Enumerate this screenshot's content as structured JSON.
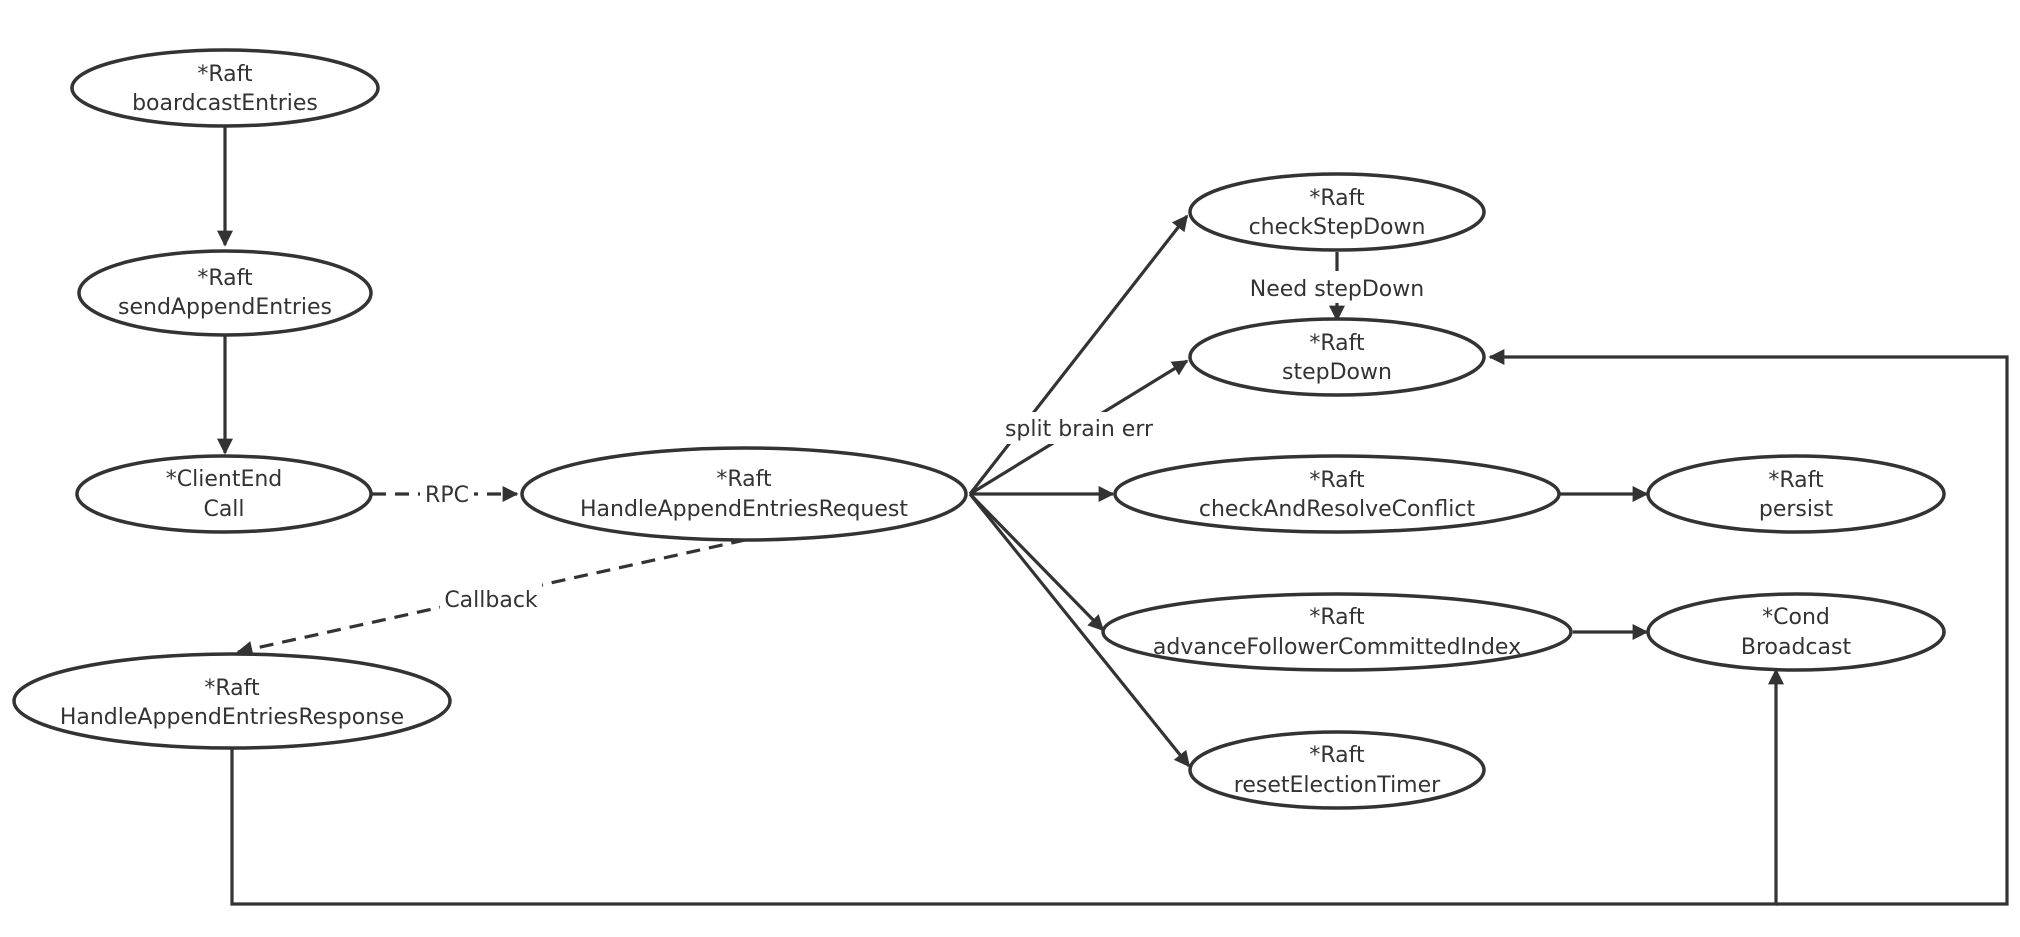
{
  "nodes": {
    "broadcast_entries": {
      "line1": "*Raft",
      "line2": "boardcastEntries"
    },
    "send_append_entries": {
      "line1": "*Raft",
      "line2": "sendAppendEntries"
    },
    "client_end_call": {
      "line1": "*ClientEnd",
      "line2": "Call"
    },
    "handle_append_entries_request": {
      "line1": "*Raft",
      "line2": "HandleAppendEntriesRequest"
    },
    "handle_append_entries_response": {
      "line1": "*Raft",
      "line2": "HandleAppendEntriesResponse"
    },
    "check_step_down": {
      "line1": "*Raft",
      "line2": "checkStepDown"
    },
    "step_down": {
      "line1": "*Raft",
      "line2": "stepDown"
    },
    "check_and_resolve_conflict": {
      "line1": "*Raft",
      "line2": "checkAndResolveConflict"
    },
    "persist": {
      "line1": "*Raft",
      "line2": "persist"
    },
    "advance_follower_committed_index": {
      "line1": "*Raft",
      "line2": "advanceFollowerCommittedIndex"
    },
    "cond_broadcast": {
      "line1": "*Cond",
      "line2": "Broadcast"
    },
    "reset_election_timer": {
      "line1": "*Raft",
      "line2": "resetElectionTimer"
    }
  },
  "edge_labels": {
    "rpc": "RPC",
    "callback": "Callback",
    "need_step_down": "Need stepDown",
    "split_brain_err": "split brain err"
  },
  "colors": {
    "stroke": "#333333",
    "background": "#ffffff"
  }
}
